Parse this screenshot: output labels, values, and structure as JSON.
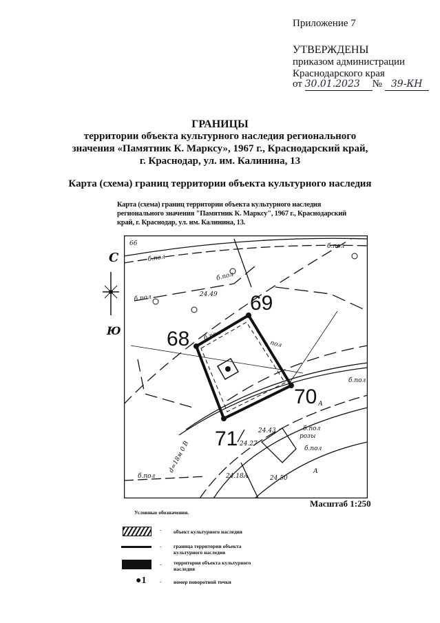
{
  "header": {
    "appendix": "Приложение 7",
    "approved": "УТВЕРЖДЕНЫ",
    "order_line1": "приказом администрации",
    "order_line2": "Краснодарского края",
    "date_prefix": "от",
    "date_handwritten": "30.01.2023",
    "number_prefix": "№",
    "number_handwritten": "39-КН"
  },
  "title": {
    "heading": "ГРАНИЦЫ",
    "line1": "территории объекта культурного наследия регионального",
    "line2": "значения «Памятник К. Марксу», 1967 г., Краснодарский край,",
    "line3": "г. Краснодар, ул. им. Калинина, 13",
    "map_heading": "Карта (схема) границ территории объекта культурного наследия"
  },
  "map": {
    "caption_line1": "Карта (схема) границ территории объекта культурного наследия",
    "caption_line2": "регионального значения \"Памятник К. Марксу\", 1967 г., Краснодарский",
    "caption_line3": "край, г. Краснодар, ул. им. Калинина, 13.",
    "compass_north": "С",
    "compass_south": "Ю",
    "points": [
      {
        "label": "68"
      },
      {
        "label": "69"
      },
      {
        "label": "70"
      },
      {
        "label": "71"
      }
    ],
    "labels": {
      "corner": "66",
      "b_pol": "б.пол",
      "elev1": "24.49",
      "elev2": "24.43",
      "elev3": "24.27",
      "elev4": "24.18А",
      "elev5": "24.50",
      "roses": "розы",
      "a": "А",
      "diam": "d=18м 0 В",
      "pol": "пол"
    },
    "scale": "Масштаб 1:250"
  },
  "legend": {
    "title": "Условные обозначения.",
    "items": [
      {
        "symbol": "hatched-box",
        "dash": "-",
        "text1": "объект культурного наследия",
        "text2": ""
      },
      {
        "symbol": "line",
        "dash": "-",
        "text1": "граница территории объекта",
        "text2": "культурного наследия"
      },
      {
        "symbol": "filled-box",
        "dash": "-",
        "text1": "территория объекта культурного",
        "text2": "наследия"
      },
      {
        "symbol": "●1",
        "dash": "-",
        "text1": "номер поворотной точки",
        "text2": ""
      }
    ]
  }
}
